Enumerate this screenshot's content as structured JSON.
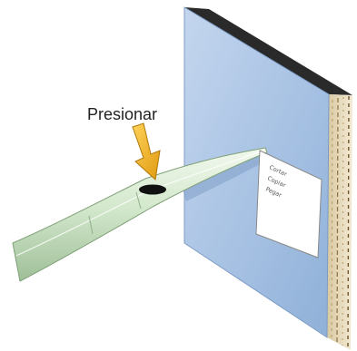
{
  "diagram": {
    "caption": "Presionar",
    "menu_items": [
      "Cortar",
      "Copiar",
      "Pegar"
    ]
  },
  "colors": {
    "panel_face": "#a9c3e4",
    "panel_top": "#2a2a2a",
    "panel_side": "#e8dcc0",
    "finger": "#cfe4c8",
    "arrow": "#f0b020",
    "menu_bg": "#ffffff"
  }
}
